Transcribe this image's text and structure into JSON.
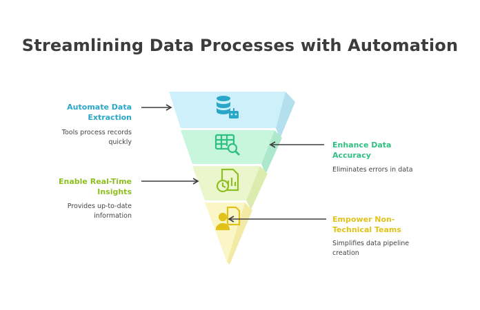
{
  "title": "Streamlining Data Processes with Automation",
  "colors": {
    "blue": "#2aa6c9",
    "green": "#2fbf82",
    "lime": "#8cbf1f",
    "yellow": "#e0c21a"
  },
  "stages": [
    {
      "heading_line1": "Automate Data",
      "heading_line2": "Extraction",
      "desc_line1": "Tools process records",
      "desc_line2": "quickly",
      "icon": "database-robot-icon"
    },
    {
      "heading_line1": "Enhance Data",
      "heading_line2": "Accuracy",
      "desc_line1": "Eliminates errors in data",
      "icon": "table-search-icon"
    },
    {
      "heading_line1": "Enable Real-Time",
      "heading_line2": "Insights",
      "desc_line1": "Provides up-to-date",
      "desc_line2": "information",
      "icon": "clock-chart-icon"
    },
    {
      "heading_line1": "Empower Non-",
      "heading_line2": "Technical Teams",
      "desc_line1": "Simplifies data pipeline",
      "desc_line2": "creation",
      "icon": "user-document-icon"
    }
  ]
}
